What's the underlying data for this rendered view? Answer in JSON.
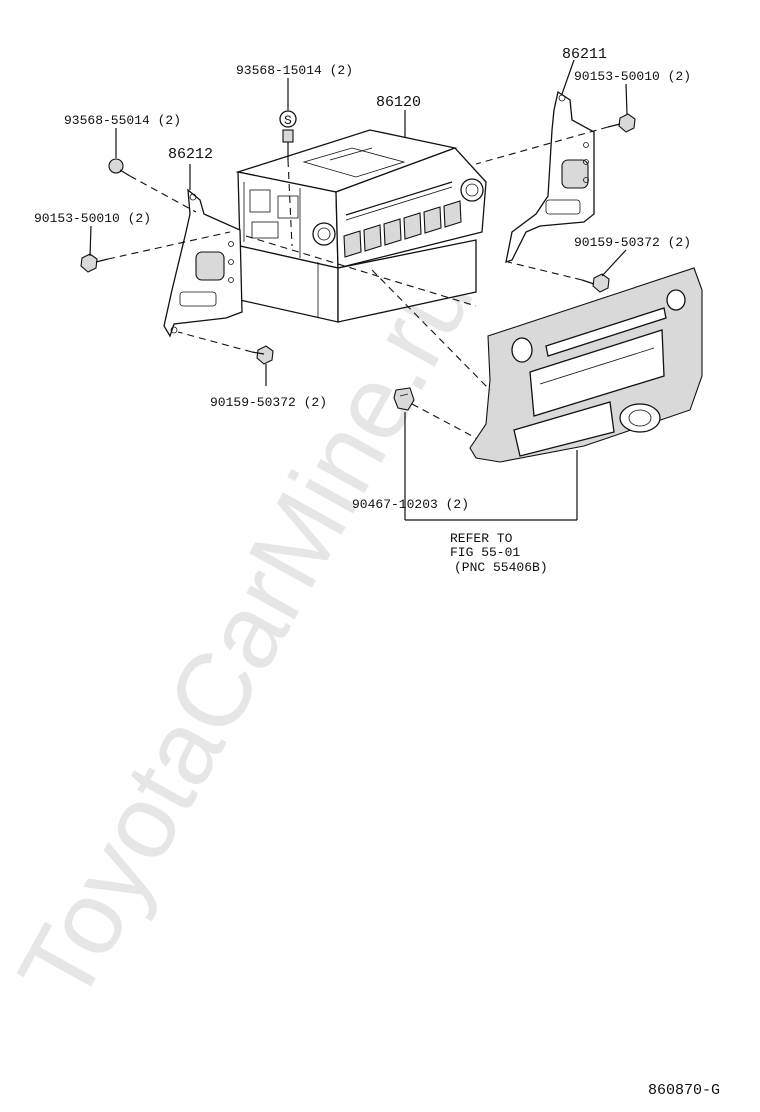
{
  "watermark": "ToyotaCarMine.ru",
  "figure_code": "860870-G",
  "callouts": {
    "p86120": "86120",
    "p86211": "86211",
    "p86212": "86212",
    "p93568_15014": "93568-15014 (2)",
    "p93568_55014": "93568-55014 (2)",
    "p90153_right": "90153-50010 (2)",
    "p90153_left": "90153-50010 (2)",
    "p90159_right": "90159-50372 (2)",
    "p90159_left": "90159-50372 (2)",
    "p90467": "90467-10203 (2)",
    "s_symbol": "S"
  },
  "reference": {
    "line1": "REFER TO",
    "line2": "FIG 55-01",
    "line3": "(PNC 55406B)"
  }
}
